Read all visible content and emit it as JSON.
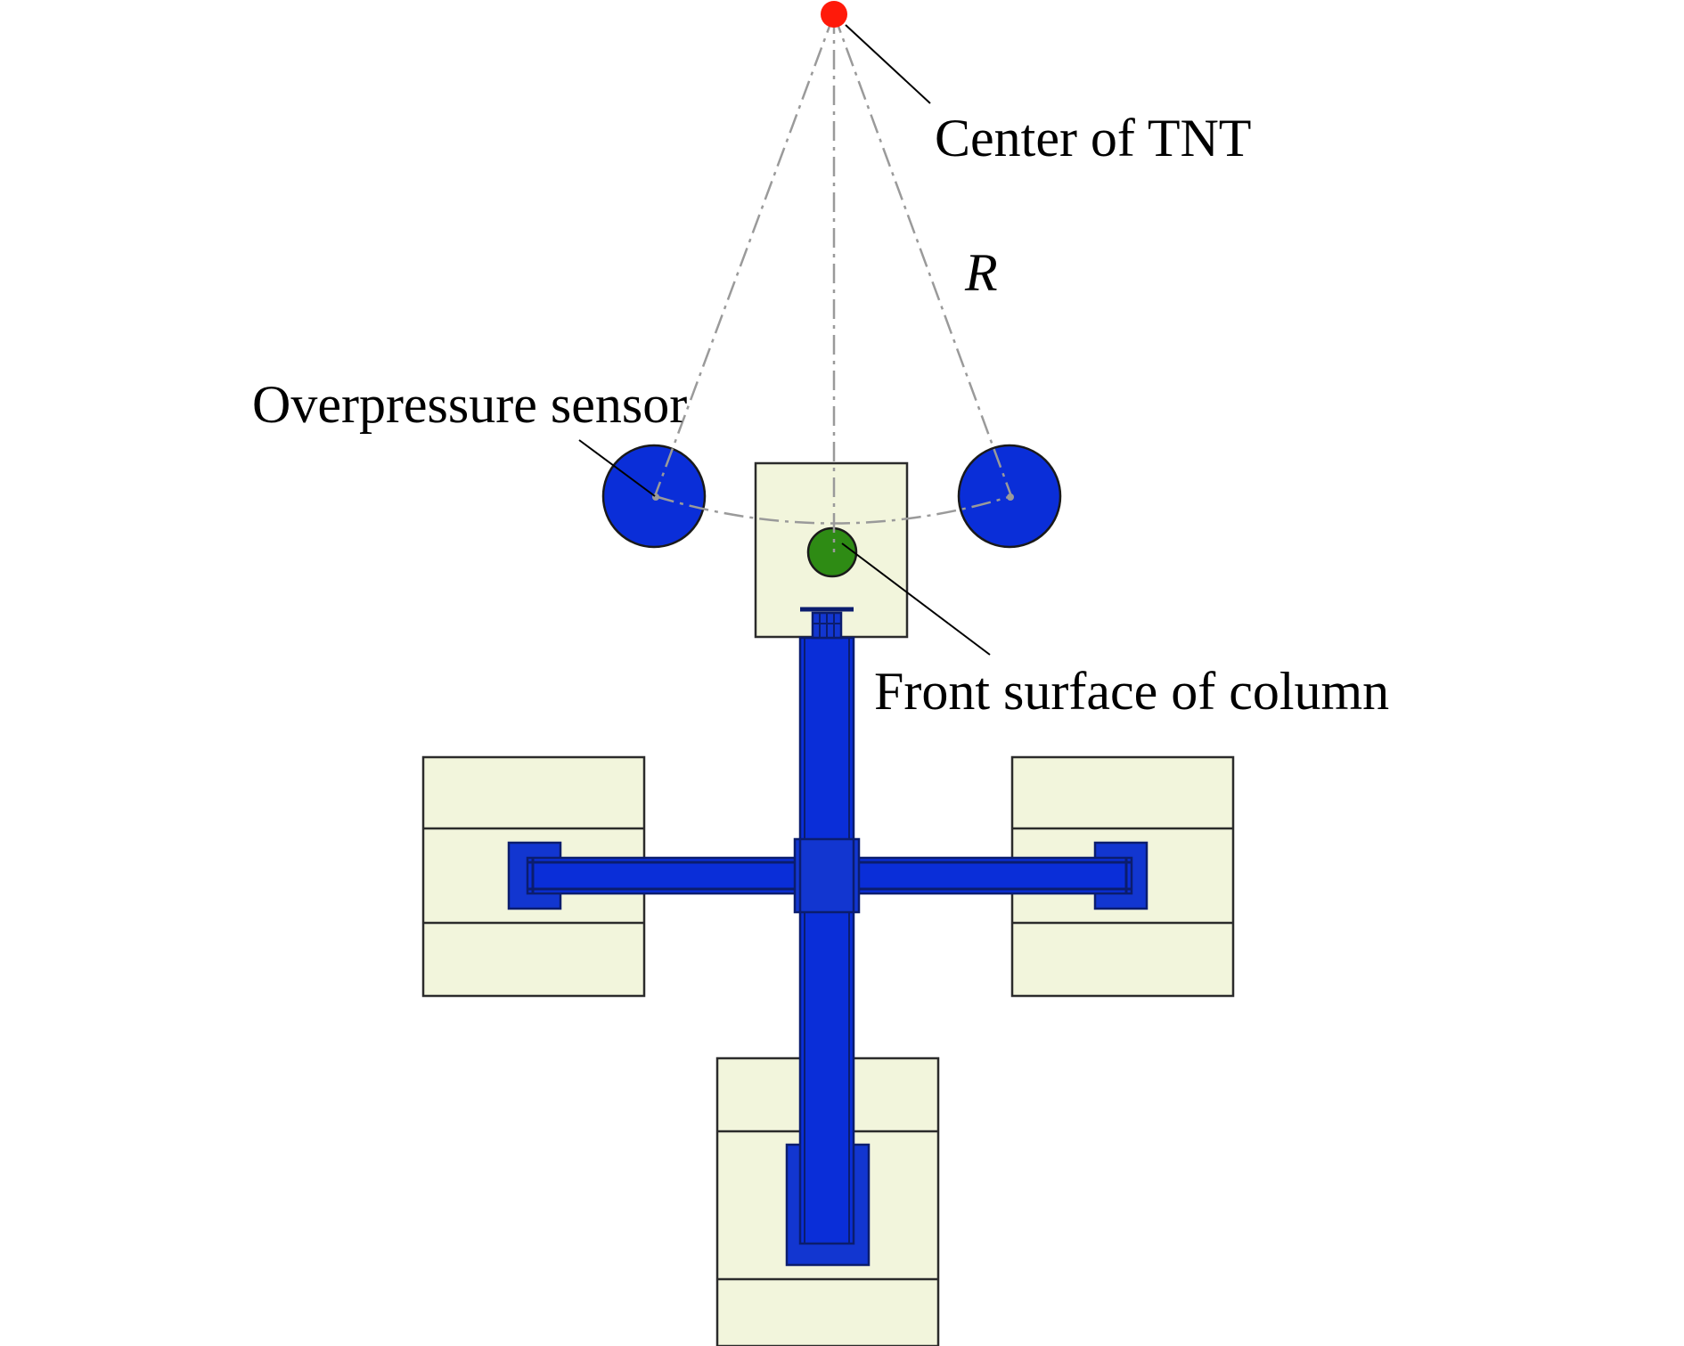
{
  "labels": {
    "tnt_center": "Center of TNT",
    "radius": "R",
    "sensor": "Overpressure sensor",
    "column_front": "Front surface of column"
  },
  "colors": {
    "tnt": "#ff1a0a",
    "sensor": "#0a2ed8",
    "column_point": "#2e8b14",
    "steel": "#0a2ed8",
    "steel_dark": "#1236d0",
    "block_fill": "#f2f5dc"
  }
}
